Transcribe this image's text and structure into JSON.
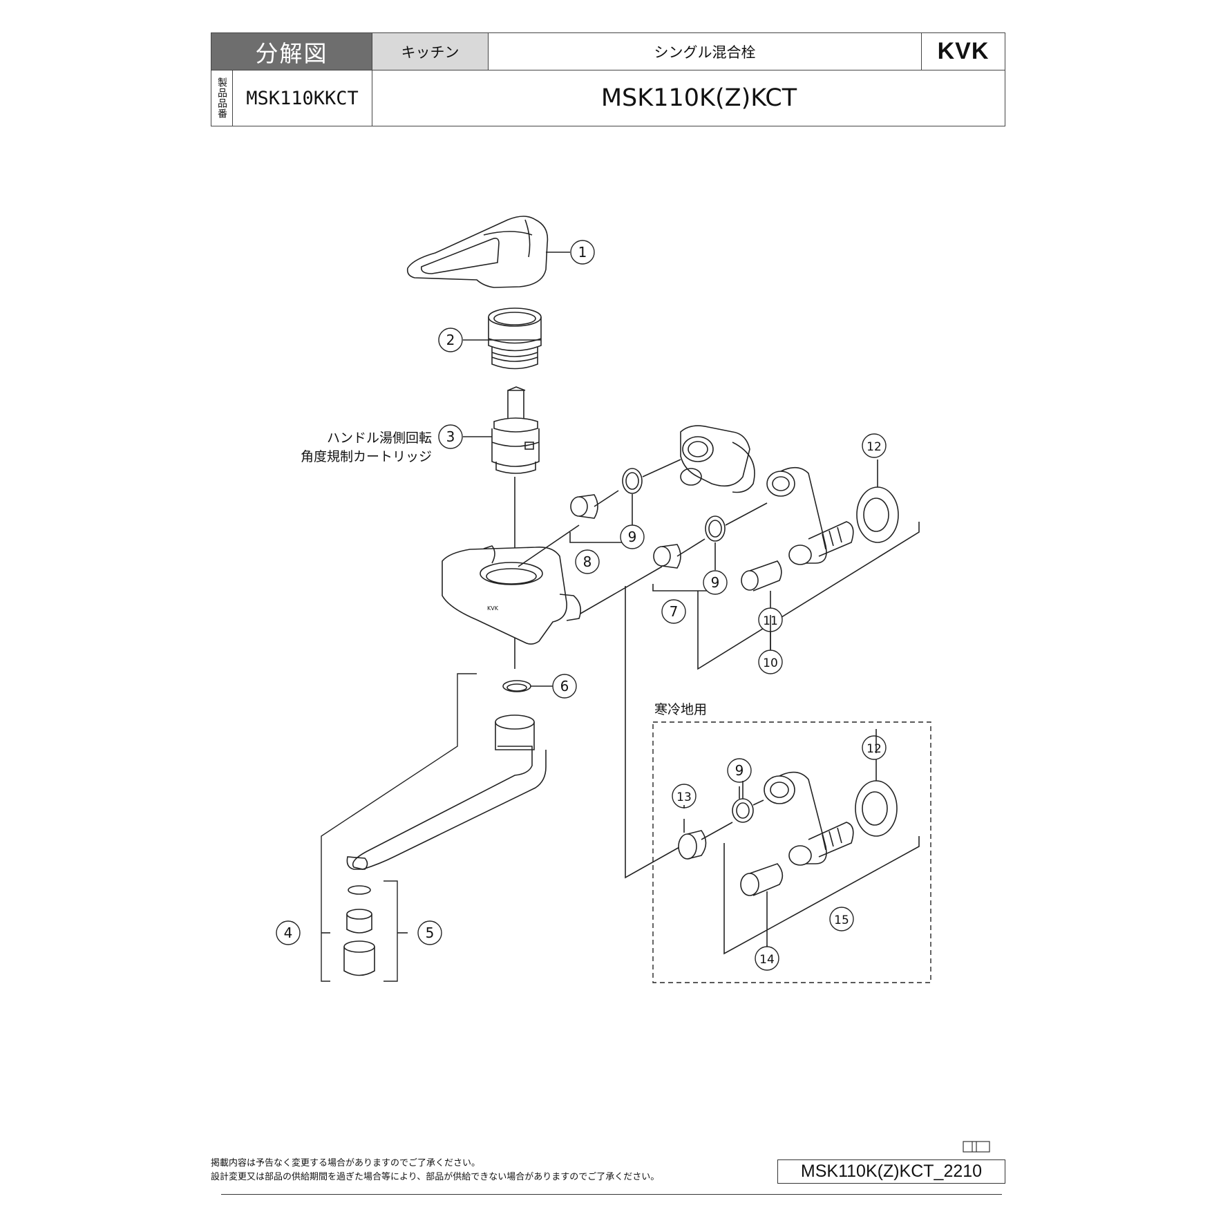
{
  "header": {
    "title": "分解図",
    "category": "キッチン",
    "product_type": "シングル混合栓",
    "brand": "KVK",
    "vertical_label": "製品品番",
    "product_code": "MSK110KKCT",
    "model": "MSK110K(Z)KCT"
  },
  "diagram": {
    "callout_3_line1": "ハンドル湯側回転",
    "callout_3_line2": "角度規制カートリッジ",
    "cold_region_label": "寒冷地用",
    "body_logo": "KVK",
    "parts": [
      "1",
      "2",
      "3",
      "4",
      "5",
      "6",
      "7",
      "8",
      "9",
      "9",
      "10",
      "11",
      "12",
      "12",
      "13",
      "9",
      "14",
      "15"
    ]
  },
  "footer": {
    "note1": "掲載内容は予告なく変更する場合がありますのでご了承ください。",
    "note2": "設計変更又は部品の供給期間を過ぎた場合等により、部品が供給できない場合がありますのでご了承ください。",
    "doc_id": "MSK110K(Z)KCT_2210"
  }
}
